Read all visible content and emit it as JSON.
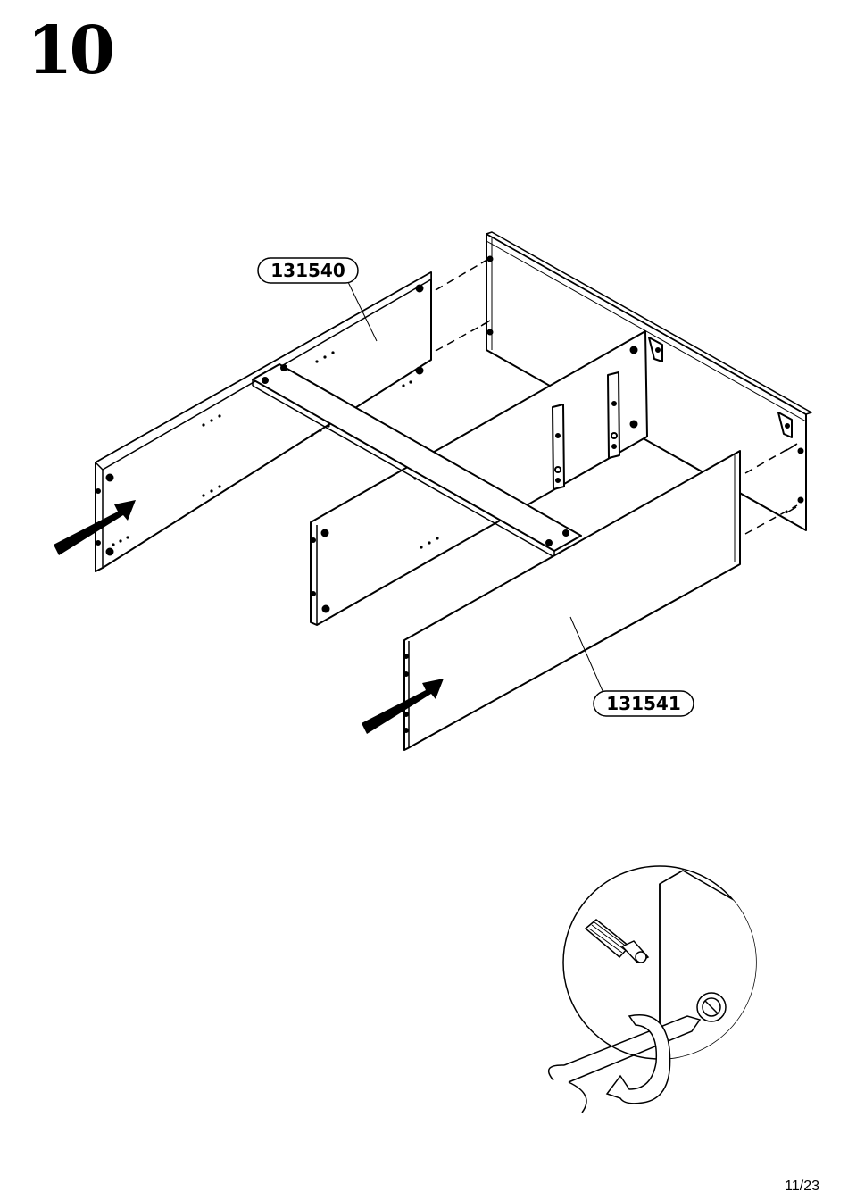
{
  "step": {
    "number": "10"
  },
  "parts": [
    {
      "code": "131540"
    },
    {
      "code": "131541"
    }
  ],
  "footer": {
    "page": "11/23"
  },
  "icons": [
    "push-arrow-icon",
    "dowel-icon",
    "screwdriver-icon",
    "cam-lock-icon",
    "rotate-arrow-icon"
  ]
}
